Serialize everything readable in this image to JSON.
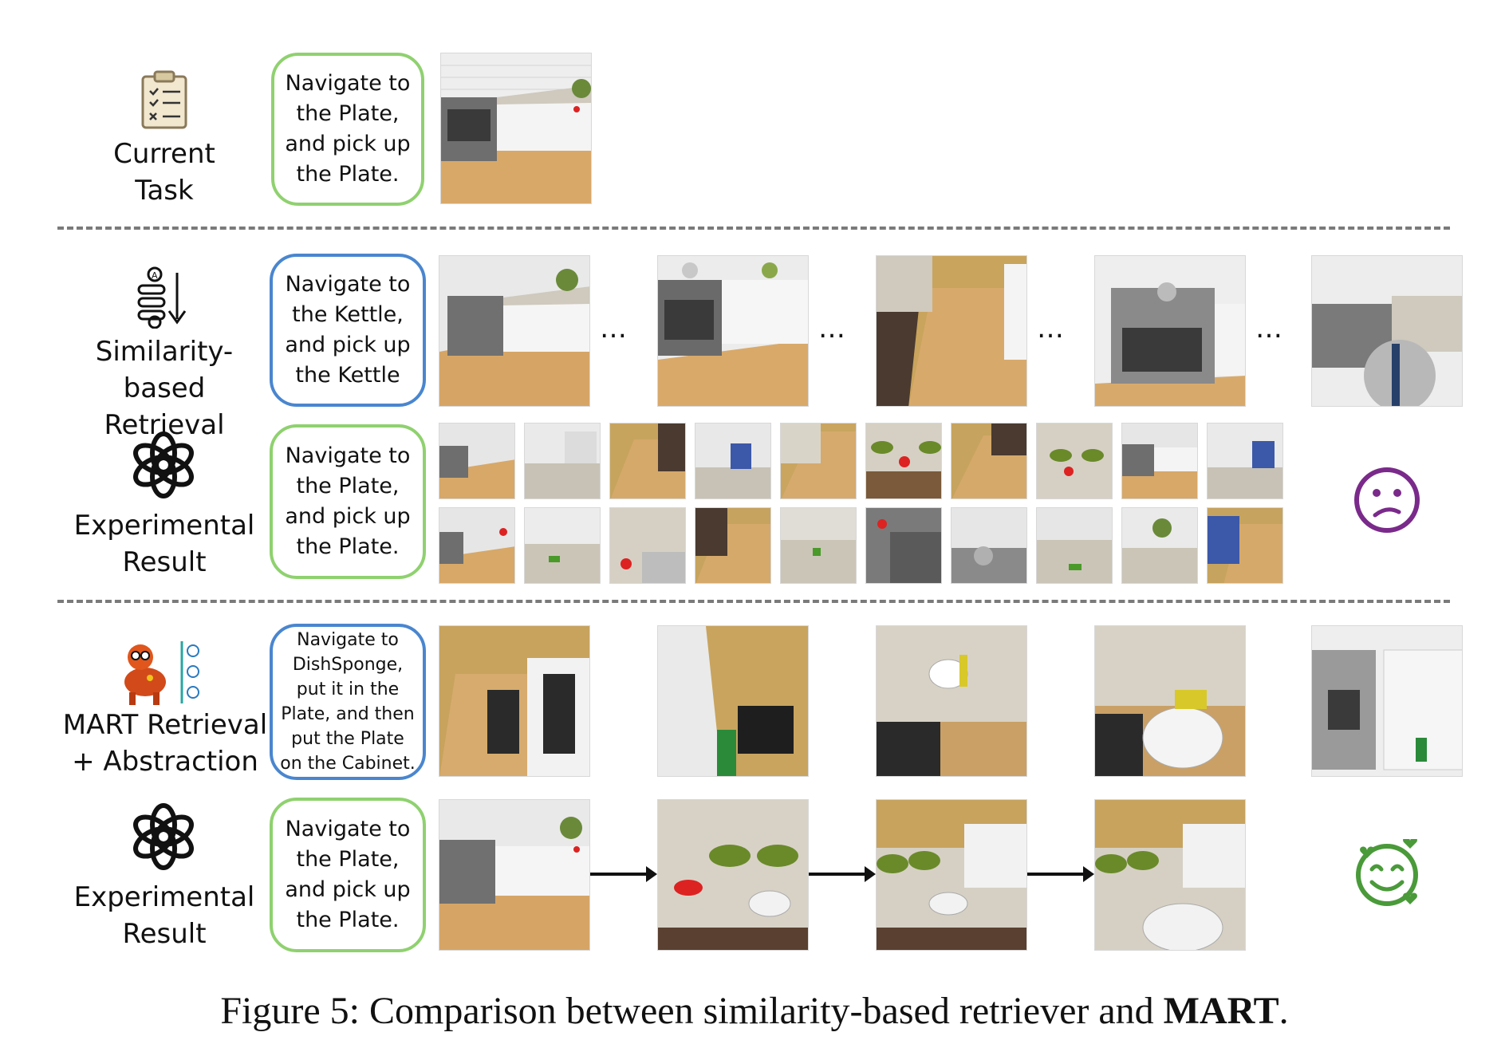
{
  "rows": {
    "current_task": {
      "label_line1": "Current",
      "label_line2": "Task",
      "task_text": "Navigate to the Plate, and pick up the Plate."
    },
    "similarity": {
      "label_line1": "Similarity-",
      "label_line2": "based Retrieval",
      "task_text": "Navigate to the Kettle, and pick up the Kettle"
    },
    "experimental1": {
      "label_line1": "Experimental",
      "label_line2": "Result",
      "task_text": "Navigate to the Plate, and pick up the Plate."
    },
    "mart": {
      "label_line1": "MART Retrieval",
      "label_line2": "+ Abstraction",
      "task_text": "Navigate to DishSponge, put it in the Plate, and then put the Plate on the Cabinet."
    },
    "experimental2": {
      "label_line1": "Experimental",
      "label_line2": "Result",
      "task_text": "Navigate to the Plate, and pick up the Plate."
    }
  },
  "ellipsis": "…",
  "caption": {
    "prefix": "Figure 5: Comparison between similarity-based retriever and ",
    "bold": "MART",
    "suffix": "."
  },
  "colors": {
    "green_border": "#8fd16f",
    "blue_border": "#4a86cf",
    "sad_face": "#7a2a8a",
    "happy_face": "#4a9a3a"
  }
}
